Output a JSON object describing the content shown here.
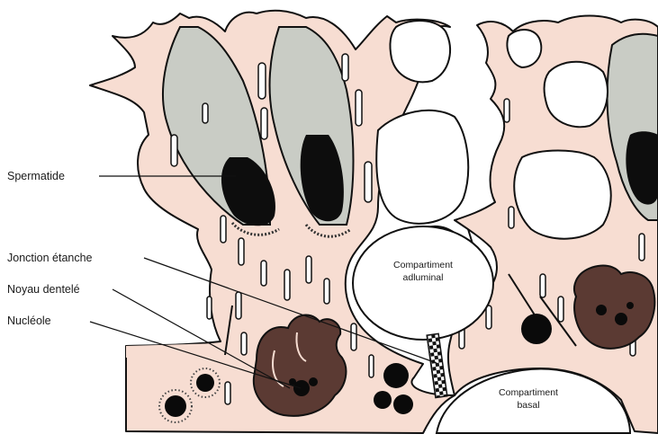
{
  "labels": {
    "spermatide": "Spermatide",
    "jonction": "Jonction étanche",
    "noyau": "Noyau dentelé",
    "nucleole": "Nucléole"
  },
  "compartments": {
    "adluminal_line1": "Compartiment",
    "adluminal_line2": "adluminal",
    "basal_line1": "Compartiment",
    "basal_line2": "basal"
  },
  "colors": {
    "cytoplasm": "#f7ddd2",
    "spermatid": "#c9ccc5",
    "nucleus": "#5b3a33",
    "ink": "#111111"
  }
}
